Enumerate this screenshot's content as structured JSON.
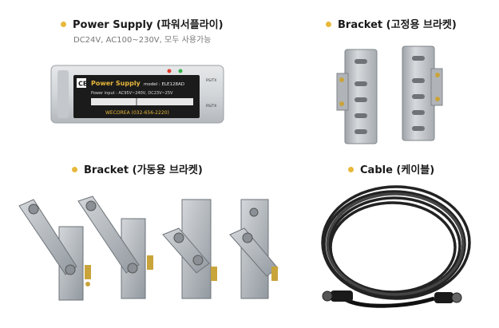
{
  "sections": {
    "power_supply": {
      "title": "Power Supply (파워서플라이)",
      "subtitle": "DC24V, AC100~230V, 모두 사용가능",
      "device": {
        "brand_label": "Power Supply",
        "model": "model : ELE128AD",
        "power_input": "Power input : AC95V~240V, DC23V~25V",
        "maker": "WECOREA (032-656-2220)",
        "signal_led": "Signal",
        "power_led": "Power",
        "port_top": "RS/TX",
        "port_bottom": "RS/TX"
      }
    },
    "bracket_fixed": {
      "title": "Bracket (고정용 브라켓)"
    },
    "bracket_moving": {
      "title": "Bracket (가동용 브라켓)"
    },
    "cable": {
      "title": "Cable (케이블)"
    }
  },
  "colors": {
    "bullet": "#e8b83a",
    "device_body": "#d9dcdf",
    "label_panel": "#1b1b1b",
    "metal": "#b8bcc0"
  }
}
